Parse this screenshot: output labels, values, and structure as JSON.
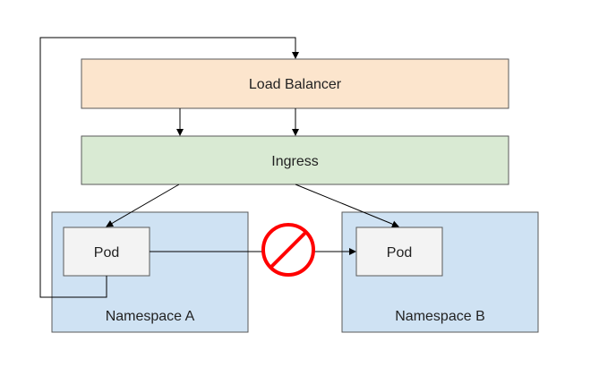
{
  "diagram": {
    "load_balancer": {
      "label": "Load Balancer",
      "fill": "#fce5cd"
    },
    "ingress": {
      "label": "Ingress",
      "fill": "#d9ead3"
    },
    "namespace_a": {
      "label": "Namespace A",
      "fill": "#cfe2f3"
    },
    "namespace_b": {
      "label": "Namespace B",
      "fill": "#cfe2f3"
    },
    "pod_a": {
      "label": "Pod",
      "fill": "#f3f3f3"
    },
    "pod_b": {
      "label": "Pod",
      "fill": "#f3f3f3"
    },
    "blocked_icon": {
      "icon": "no-entry-icon",
      "color": "#ff0000"
    },
    "stroke_color": "#000000",
    "box_border_color": "#595959"
  }
}
